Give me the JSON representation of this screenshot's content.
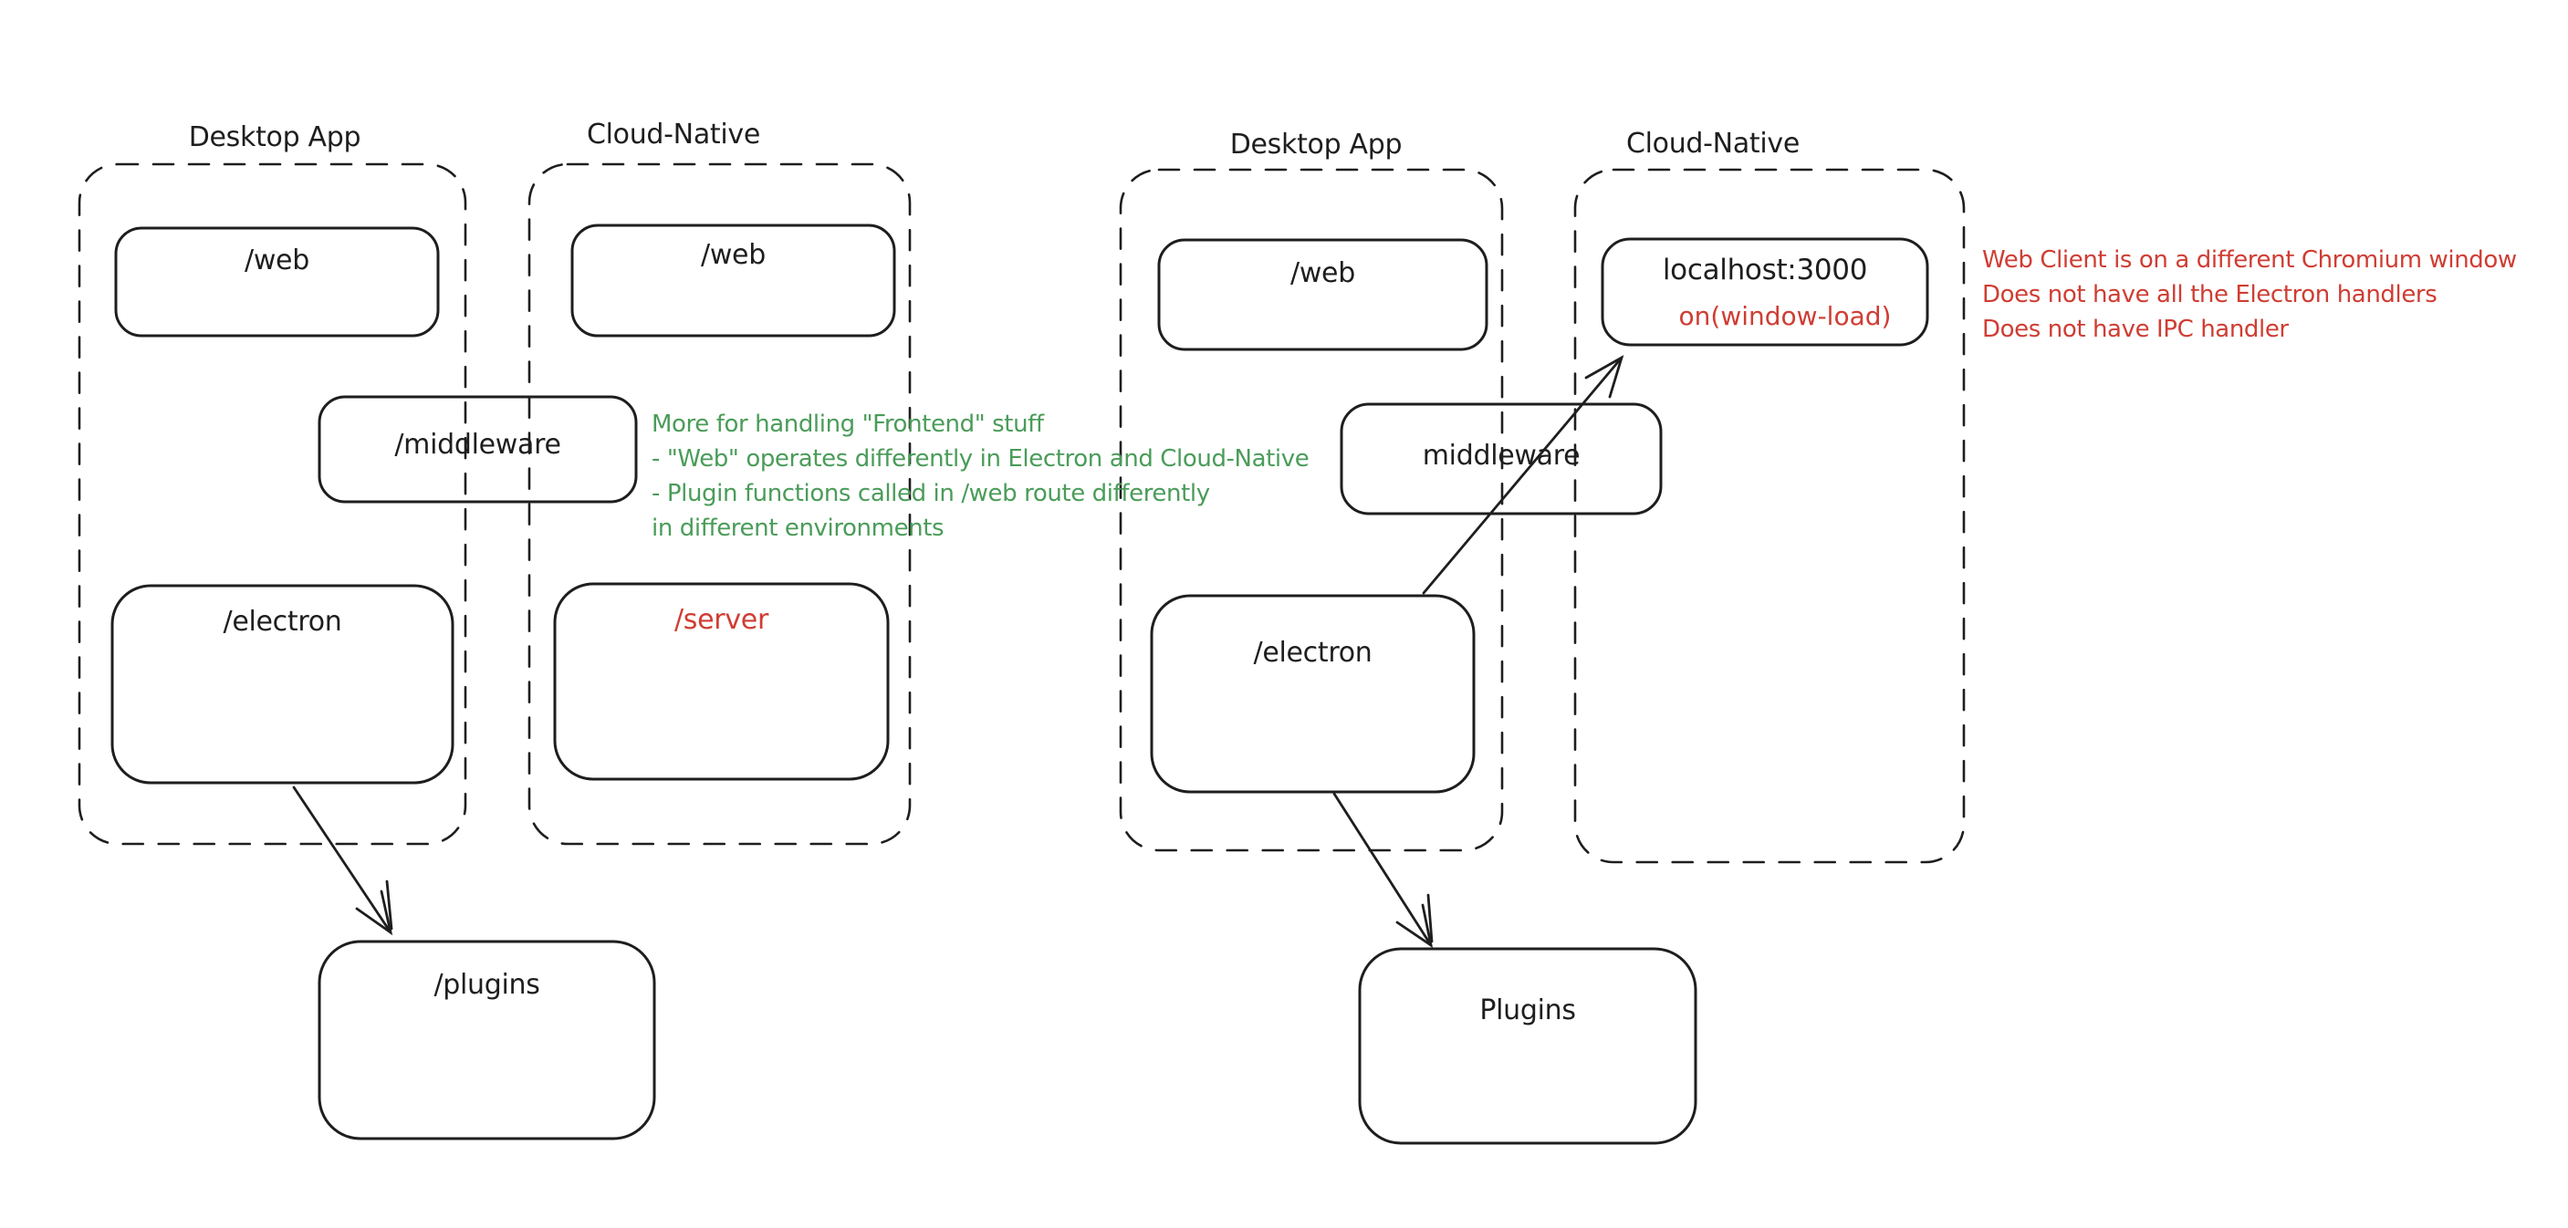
{
  "canvas": {
    "kind": "hand-drawn architecture diagram",
    "background": "#ffffff",
    "colors": {
      "stroke": "#1e1e1e",
      "green": "#4a9c59",
      "red": "#cf3d33"
    }
  },
  "diagrams": {
    "left": {
      "desktop": {
        "title": "Desktop App",
        "web": "/web",
        "middleware": "/middleware",
        "electron": "/electron"
      },
      "cloud": {
        "title": "Cloud-Native",
        "web": "/web",
        "server": "/server"
      },
      "plugins": "/plugins",
      "note_lines": [
        "More for handling \"Frontend\" stuff",
        "- \"Web\" operates differently in Electron and Cloud-Native",
        "- Plugin functions called in /web route differently",
        "in different environments"
      ]
    },
    "right": {
      "desktop": {
        "title": "Desktop App",
        "web": "/web",
        "electron": "/electron"
      },
      "cloud": {
        "title": "Cloud-Native",
        "localhost": "localhost:3000",
        "window_load": "on(window-load)"
      },
      "middleware": "middleware",
      "plugins": "Plugins",
      "note_lines": [
        "Web Client is on a different Chromium window",
        "Does not have all the Electron handlers",
        "Does not have IPC handler"
      ]
    }
  }
}
